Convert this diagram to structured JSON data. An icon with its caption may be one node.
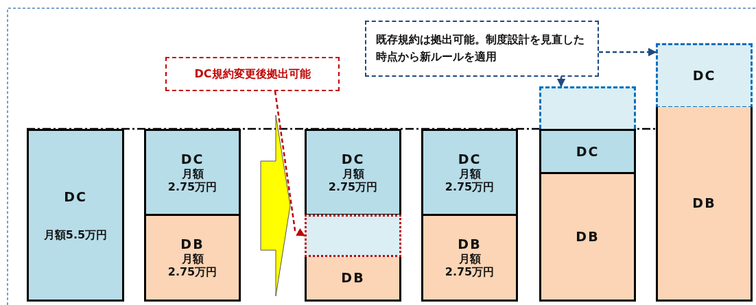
{
  "diagram": {
    "nodes": [
      {
        "text": [
          "DC規約変更後拠出可能"
        ]
      },
      {
        "text": [
          "既存規約は拠出可能。制度設計を見直した時点から新ルールを適用"
        ]
      },
      {
        "text": [
          "DC",
          "月額5.5万円"
        ]
      },
      {
        "text": [
          "DC",
          "月額",
          "2.75万円"
        ]
      },
      {
        "text": [
          "DB",
          "月額",
          "2.75万円"
        ]
      },
      {
        "text": [
          "DC",
          "月額",
          "2.75万円"
        ]
      },
      {
        "text": [],
        "shape": "box"
      },
      {
        "text": [
          "DB"
        ]
      },
      {
        "text": [
          "DC",
          "月額",
          "2.75万円"
        ]
      },
      {
        "text": [
          "DB",
          "月額",
          "2.75万円"
        ]
      },
      {
        "text": [],
        "shape": "box"
      },
      {
        "text": [
          "DC"
        ]
      },
      {
        "text": [
          "DB"
        ]
      },
      {
        "text": [
          "DC"
        ]
      },
      {
        "text": [
          "DB"
        ]
      }
    ],
    "edges": [
      {
        "from": 0,
        "to": 6,
        "arrow": "to",
        "style": "dashed",
        "color": "#c00000"
      },
      {
        "from": 1,
        "to": 10,
        "arrow": "to",
        "style": "dashed",
        "color": "#1f497d"
      },
      {
        "from": 1,
        "to": 13,
        "arrow": "to",
        "style": "dashed",
        "color": "#1f497d"
      },
      {
        "from": 3,
        "to": 5,
        "arrow": "to",
        "style": "thick",
        "color": "#ffff00"
      }
    ]
  }
}
